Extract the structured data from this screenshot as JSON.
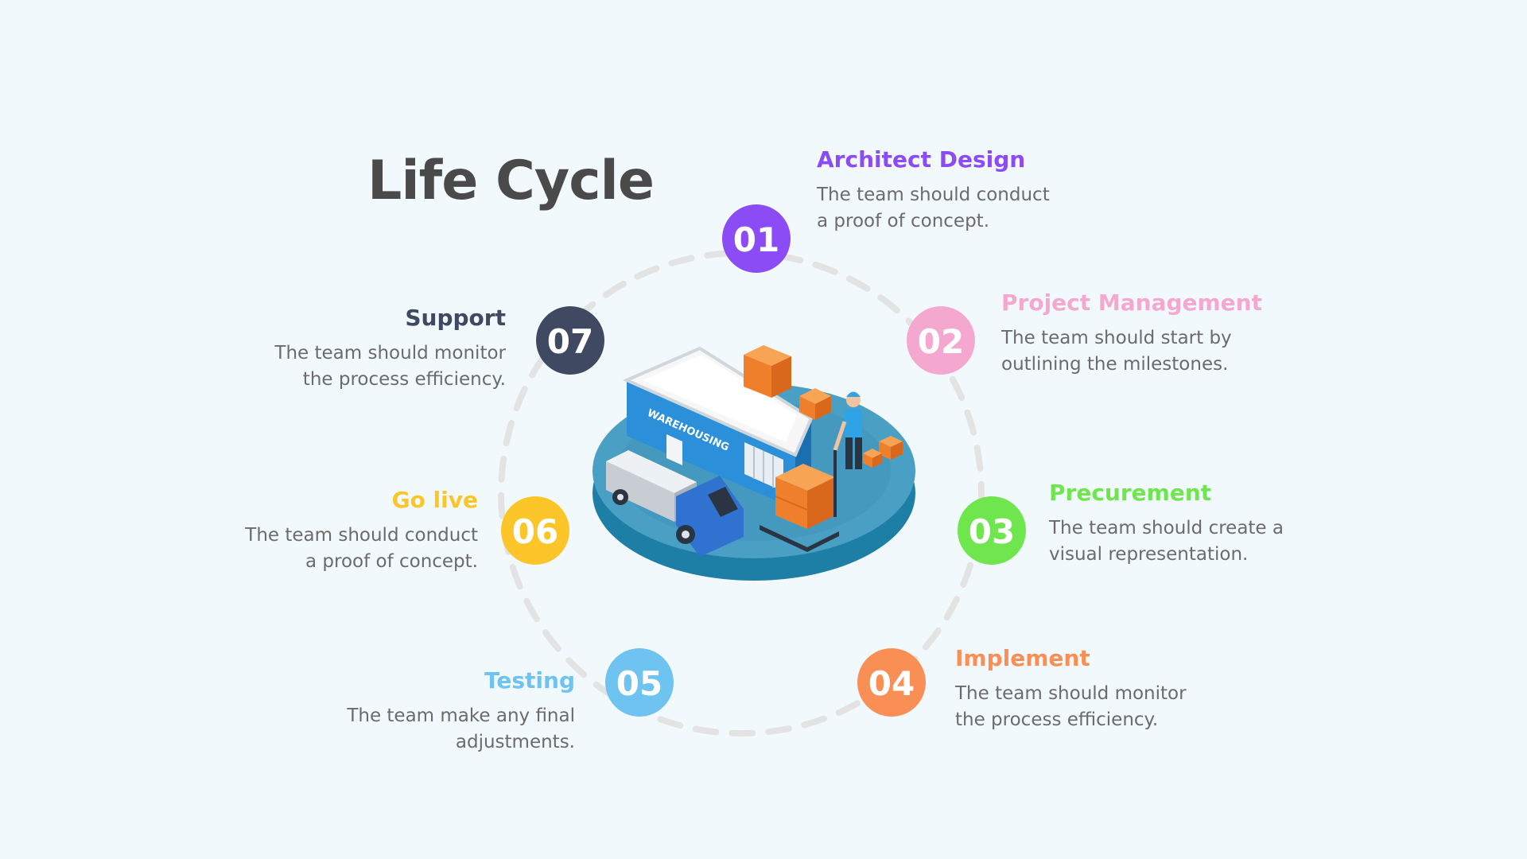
{
  "title": "Life Cycle",
  "steps": [
    {
      "num": "01",
      "title": "Architect Design",
      "line1": "The team should conduct",
      "line2": "a proof of concept.",
      "color": "#8b4bf5"
    },
    {
      "num": "02",
      "title": "Project Management",
      "line1": "The team should start by",
      "line2": "outlining the milestones.",
      "color": "#f5a8cf"
    },
    {
      "num": "03",
      "title": "Precurement",
      "line1": "The team should create a",
      "line2": "visual representation.",
      "color": "#6fe64e"
    },
    {
      "num": "04",
      "title": "Implement",
      "line1": "The team should monitor",
      "line2": "the process efficiency.",
      "color": "#fa8f55"
    },
    {
      "num": "05",
      "title": "Testing",
      "line1": "The team make any final",
      "line2": "adjustments.",
      "color": "#6ec3f0"
    },
    {
      "num": "06",
      "title": "Go live",
      "line1": "The team should conduct",
      "line2": "a proof of concept.",
      "color": "#fcc62a"
    },
    {
      "num": "07",
      "title": "Support",
      "line1": "The team should monitor",
      "line2": "the process efficiency.",
      "color": "#3f4a62"
    }
  ],
  "illustration": {
    "sign": "WAREHOUSING",
    "icon": "warehouse-illustration"
  }
}
